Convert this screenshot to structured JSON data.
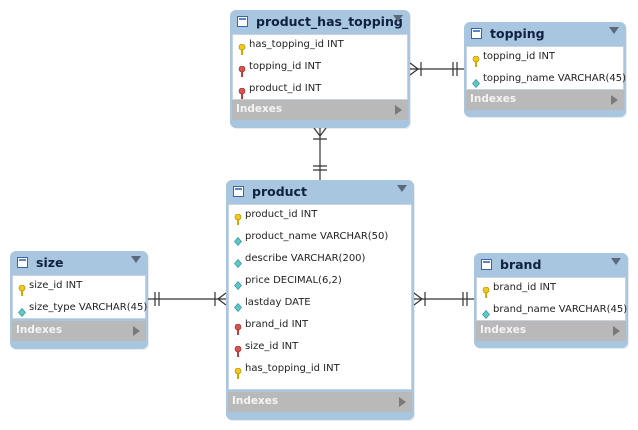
{
  "indexes_label": "Indexes",
  "tables": {
    "product_has_topping": {
      "name": "product_has_topping",
      "columns": [
        {
          "text": "has_topping_id INT",
          "kind": "pk"
        },
        {
          "text": "topping_id INT",
          "kind": "fk"
        },
        {
          "text": "product_id INT",
          "kind": "fk"
        }
      ]
    },
    "topping": {
      "name": "topping",
      "columns": [
        {
          "text": "topping_id INT",
          "kind": "pk"
        },
        {
          "text": "topping_name VARCHAR(45)",
          "kind": "attr"
        }
      ]
    },
    "product": {
      "name": "product",
      "columns": [
        {
          "text": "product_id INT",
          "kind": "pk"
        },
        {
          "text": "product_name VARCHAR(50)",
          "kind": "attr"
        },
        {
          "text": "describe VARCHAR(200)",
          "kind": "attr"
        },
        {
          "text": "price DECIMAL(6,2)",
          "kind": "attr"
        },
        {
          "text": "lastday DATE",
          "kind": "attr"
        },
        {
          "text": "brand_id INT",
          "kind": "fk"
        },
        {
          "text": "size_id INT",
          "kind": "fk"
        },
        {
          "text": "has_topping_id INT",
          "kind": "pk"
        }
      ]
    },
    "size": {
      "name": "size",
      "columns": [
        {
          "text": "size_id INT",
          "kind": "pk"
        },
        {
          "text": "size_type VARCHAR(45)",
          "kind": "attr"
        }
      ]
    },
    "brand": {
      "name": "brand",
      "columns": [
        {
          "text": "brand_id INT",
          "kind": "pk"
        },
        {
          "text": "brand_name VARCHAR(45)",
          "kind": "attr"
        }
      ]
    }
  },
  "colors": {
    "header": "#a8c6e0",
    "pk_key": "#f2c81a",
    "fk_key": "#d9534f",
    "attr_diamond": "#5fc7c9",
    "indexes_bar": "#b9b9b9",
    "connector": "#333333"
  }
}
